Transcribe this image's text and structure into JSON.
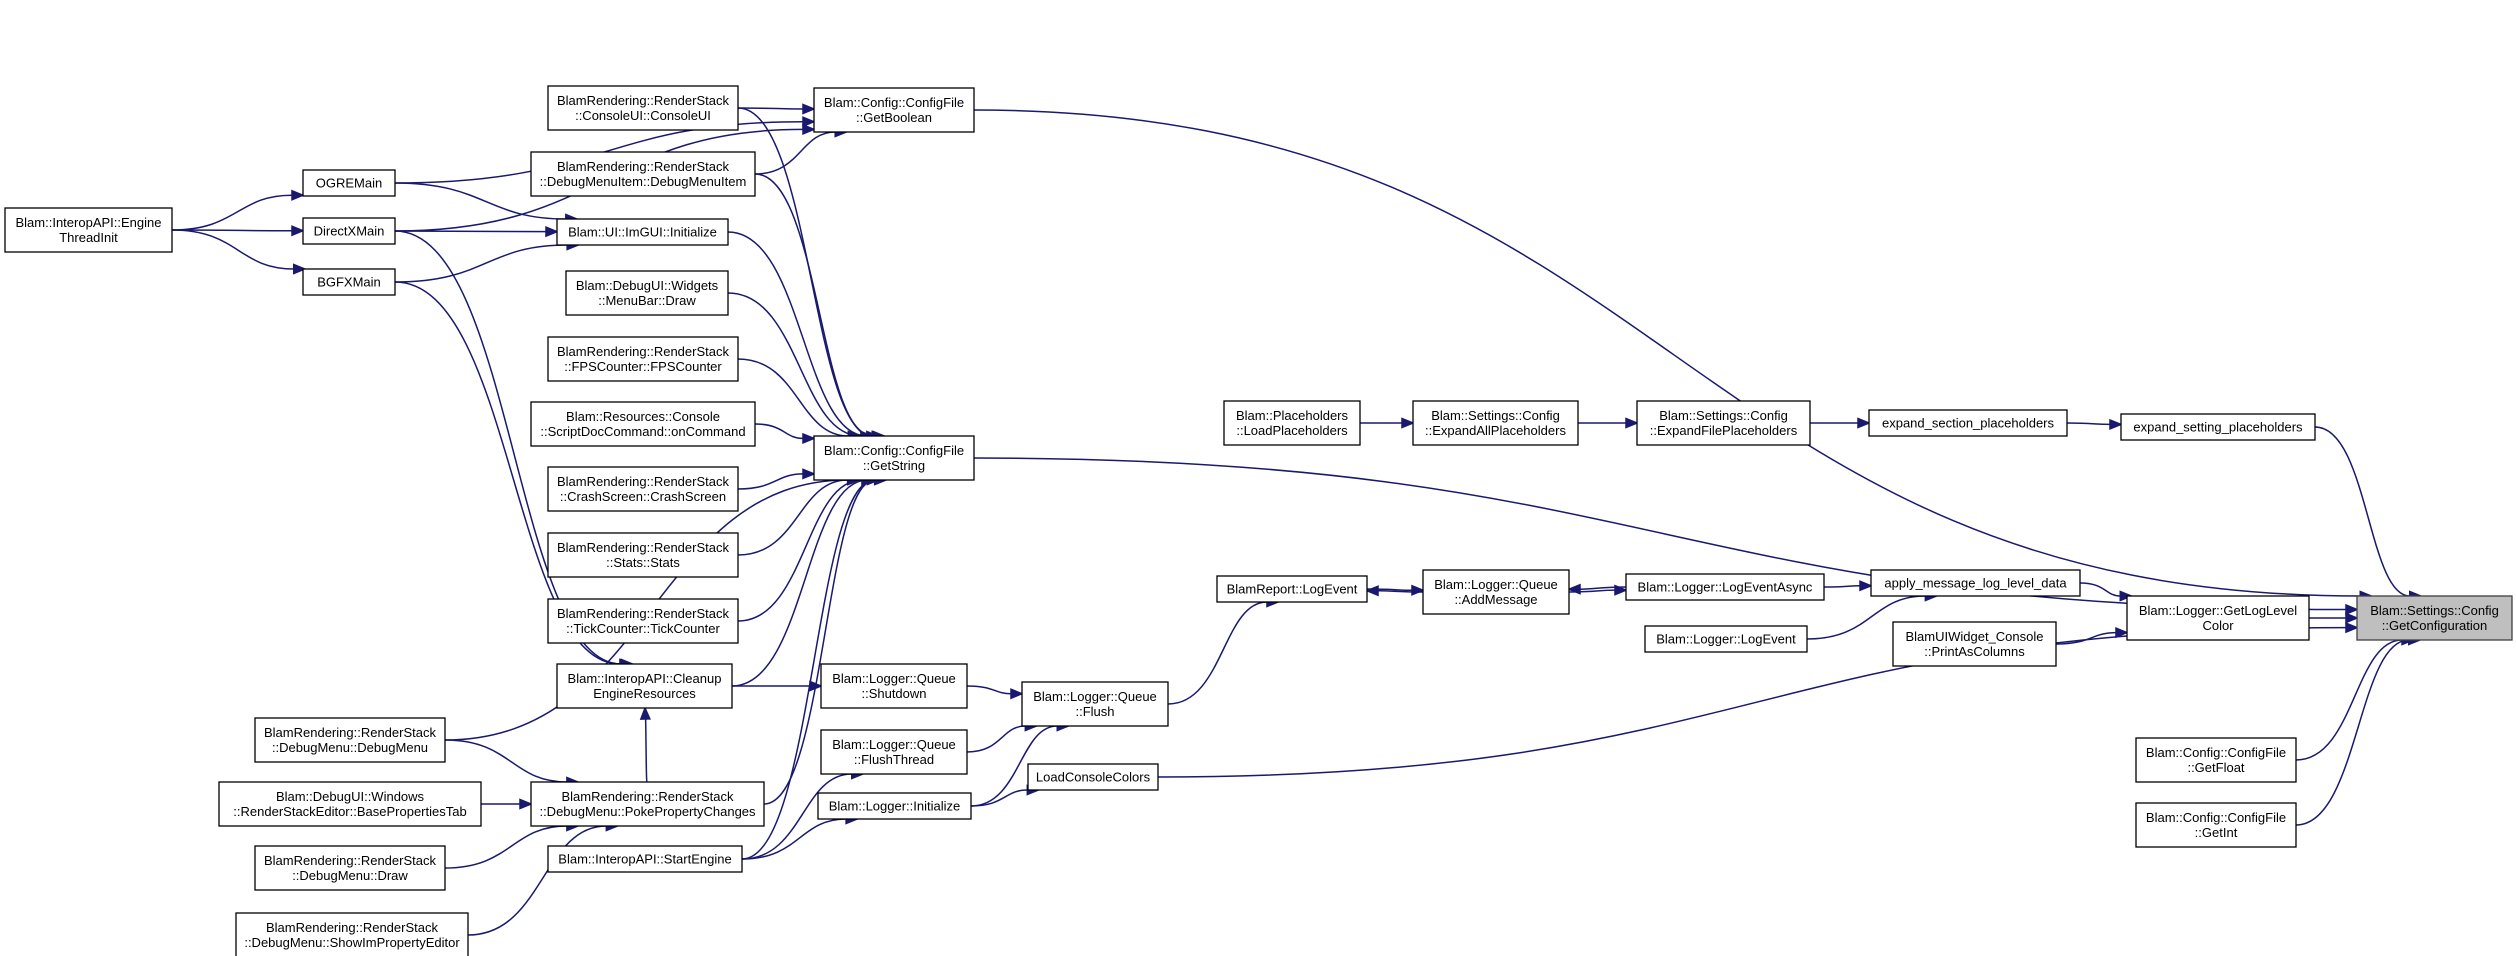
{
  "nodes": {
    "engine_threadinit": [
      "Blam::InteropAPI::Engine",
      "ThreadInit"
    ],
    "ogremain": [
      "OGREMain"
    ],
    "directxmain": [
      "DirectXMain"
    ],
    "bgfxmain": [
      "BGFXMain"
    ],
    "consoleui": [
      "BlamRendering::RenderStack",
      "::ConsoleUI::ConsoleUI"
    ],
    "debugmenuitem": [
      "BlamRendering::RenderStack",
      "::DebugMenuItem::DebugMenuItem"
    ],
    "imgui_init": [
      "Blam::UI::ImGUI::Initialize"
    ],
    "menubar_draw": [
      "Blam::DebugUI::Widgets",
      "::MenuBar::Draw"
    ],
    "fpscounter": [
      "BlamRendering::RenderStack",
      "::FPSCounter::FPSCounter"
    ],
    "scriptdoc": [
      "Blam::Resources::Console",
      "::ScriptDocCommand::onCommand"
    ],
    "crashscreen": [
      "BlamRendering::RenderStack",
      "::CrashScreen::CrashScreen"
    ],
    "stats": [
      "BlamRendering::RenderStack",
      "::Stats::Stats"
    ],
    "tickcounter": [
      "BlamRendering::RenderStack",
      "::TickCounter::TickCounter"
    ],
    "cleanup": [
      "Blam::InteropAPI::Cleanup",
      "EngineResources"
    ],
    "debugmenu_ctor": [
      "BlamRendering::RenderStack",
      "::DebugMenu::DebugMenu"
    ],
    "basepropstab": [
      "Blam::DebugUI::Windows",
      "::RenderStackEditor::BasePropertiesTab"
    ],
    "pokeprop": [
      "BlamRendering::RenderStack",
      "::DebugMenu::PokePropertyChanges"
    ],
    "debugmenu_draw": [
      "BlamRendering::RenderStack",
      "::DebugMenu::Draw"
    ],
    "showimprop": [
      "BlamRendering::RenderStack",
      "::DebugMenu::ShowImPropertyEditor"
    ],
    "startengine": [
      "Blam::InteropAPI::StartEngine"
    ],
    "getboolean": [
      "Blam::Config::ConfigFile",
      "::GetBoolean"
    ],
    "getstring": [
      "Blam::Config::ConfigFile",
      "::GetString"
    ],
    "queue_shutdown": [
      "Blam::Logger::Queue",
      "::Shutdown"
    ],
    "queue_flushthread": [
      "Blam::Logger::Queue",
      "::FlushThread"
    ],
    "logger_init": [
      "Blam::Logger::Initialize"
    ],
    "queue_flush": [
      "Blam::Logger::Queue",
      "::Flush"
    ],
    "loadconsolecolors": [
      "LoadConsoleColors"
    ],
    "blamreport_logevent": [
      "BlamReport::LogEvent"
    ],
    "queue_addmessage": [
      "Blam::Logger::Queue",
      "::AddMessage"
    ],
    "logeventasync": [
      "Blam::Logger::LogEventAsync"
    ],
    "logger_logevent": [
      "Blam::Logger::LogEvent"
    ],
    "placeholders_load": [
      "Blam::Placeholders",
      "::LoadPlaceholders"
    ],
    "expand_all": [
      "Blam::Settings::Config",
      "::ExpandAllPlaceholders"
    ],
    "expand_file": [
      "Blam::Settings::Config",
      "::ExpandFilePlaceholders"
    ],
    "expand_section": [
      "expand_section_placeholders"
    ],
    "expand_setting": [
      "expand_setting_placeholders"
    ],
    "apply_msg": [
      "apply_message_log_level_data"
    ],
    "getloglevelcolor": [
      "Blam::Logger::GetLogLevel",
      "Color"
    ],
    "printascolumns": [
      "BlamUIWidget_Console",
      "::PrintAsColumns"
    ],
    "getfloat": [
      "Blam::Config::ConfigFile",
      "::GetFloat"
    ],
    "getint": [
      "Blam::Config::ConfigFile",
      "::GetInt"
    ],
    "getconfiguration": [
      "Blam::Settings::Config",
      "::GetConfiguration"
    ]
  },
  "root_node": "getconfiguration",
  "edges": [
    [
      "engine_threadinit",
      "ogremain"
    ],
    [
      "engine_threadinit",
      "directxmain"
    ],
    [
      "engine_threadinit",
      "bgfxmain"
    ],
    [
      "ogremain",
      "getboolean"
    ],
    [
      "ogremain",
      "imgui_init"
    ],
    [
      "directxmain",
      "getboolean"
    ],
    [
      "directxmain",
      "imgui_init"
    ],
    [
      "directxmain",
      "cleanup"
    ],
    [
      "bgfxmain",
      "imgui_init"
    ],
    [
      "bgfxmain",
      "cleanup"
    ],
    [
      "consoleui",
      "getboolean"
    ],
    [
      "consoleui",
      "getstring"
    ],
    [
      "debugmenuitem",
      "getboolean"
    ],
    [
      "debugmenuitem",
      "getstring"
    ],
    [
      "imgui_init",
      "getstring"
    ],
    [
      "menubar_draw",
      "getstring"
    ],
    [
      "fpscounter",
      "getstring"
    ],
    [
      "scriptdoc",
      "getstring"
    ],
    [
      "crashscreen",
      "getstring"
    ],
    [
      "stats",
      "getstring"
    ],
    [
      "tickcounter",
      "getstring"
    ],
    [
      "cleanup",
      "getstring"
    ],
    [
      "cleanup",
      "queue_shutdown"
    ],
    [
      "debugmenu_ctor",
      "getstring"
    ],
    [
      "debugmenu_ctor",
      "pokeprop"
    ],
    [
      "basepropstab",
      "pokeprop"
    ],
    [
      "debugmenu_draw",
      "pokeprop"
    ],
    [
      "showimprop",
      "pokeprop"
    ],
    [
      "pokeprop",
      "getstring"
    ],
    [
      "pokeprop",
      "cleanup"
    ],
    [
      "startengine",
      "getstring"
    ],
    [
      "startengine",
      "queue_flushthread"
    ],
    [
      "startengine",
      "logger_init"
    ],
    [
      "queue_shutdown",
      "queue_flush"
    ],
    [
      "queue_flushthread",
      "queue_flush"
    ],
    [
      "logger_init",
      "queue_flush"
    ],
    [
      "logger_init",
      "loadconsolecolors"
    ],
    [
      "queue_flush",
      "blamreport_logevent"
    ],
    [
      "blamreport_logevent",
      "queue_addmessage"
    ],
    [
      "queue_addmessage",
      "blamreport_logevent"
    ],
    [
      "queue_addmessage",
      "logeventasync"
    ],
    [
      "logeventasync",
      "queue_addmessage"
    ],
    [
      "logeventasync",
      "apply_msg"
    ],
    [
      "logger_logevent",
      "apply_msg"
    ],
    [
      "apply_msg",
      "getloglevelcolor"
    ],
    [
      "printascolumns",
      "getloglevelcolor"
    ],
    [
      "getloglevelcolor",
      "getconfiguration"
    ],
    [
      "placeholders_load",
      "expand_all"
    ],
    [
      "expand_all",
      "expand_file"
    ],
    [
      "expand_file",
      "expand_section"
    ],
    [
      "expand_section",
      "expand_setting"
    ],
    [
      "expand_setting",
      "getconfiguration"
    ],
    [
      "getboolean",
      "getconfiguration"
    ],
    [
      "getstring",
      "getconfiguration"
    ],
    [
      "loadconsolecolors",
      "getconfiguration"
    ],
    [
      "getfloat",
      "getconfiguration"
    ],
    [
      "getint",
      "getconfiguration"
    ]
  ],
  "colors": {
    "edge": "#191970",
    "node_border": "#000000",
    "node_fill": "#ffffff",
    "root_fill": "#bfbfbf"
  }
}
